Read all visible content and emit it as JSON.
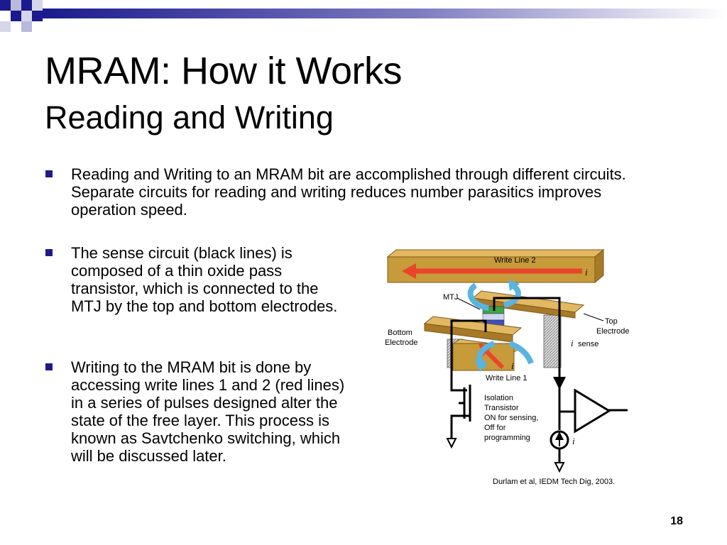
{
  "title": "MRAM: How it Works",
  "subtitle": "Reading and Writing",
  "bullets": [
    "Reading and Writing to an MRAM bit are accomplished through different circuits.  Separate circuits for reading and writing reduces number parasitics improves operation speed.",
    "The sense circuit (black lines) is composed of a thin oxide pass transistor, which is connected to the MTJ by the top and bottom electrodes.",
    "Writing to the MRAM bit is done by accessing write lines 1 and 2 (red lines) in a series of pulses designed alter the state of the free layer.  This process is known as Savtchenko switching, which will be discussed later."
  ],
  "diagram": {
    "write_line_2": "Write Line 2",
    "write_line_1": "Write Line 1",
    "mtj": "MTJ",
    "top_electrode_1": "Top",
    "top_electrode_2": "Electrode",
    "bottom_electrode_1": "Bottom",
    "bottom_electrode_2": "Electrode",
    "current_i": "i",
    "i_sense_i": "i",
    "i_sense_label": "sense",
    "transistor_lines": [
      "Isolation",
      "Transistor",
      "ON for sensing,",
      "Off for",
      "programming"
    ],
    "source_i": "i"
  },
  "citation": "Durlam et al, IEDM Tech Dig, 2003.",
  "page_number": "18",
  "colors": {
    "bullet": "#1f1a8c",
    "electrode": "#c79a3a",
    "write_current": "#e8452b",
    "field_arrow": "#5ab4e0"
  }
}
